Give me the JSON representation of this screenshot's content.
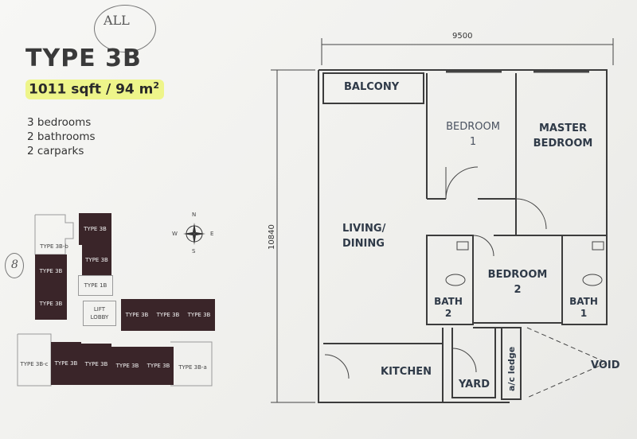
{
  "handwriting": {
    "top_note": "ALL",
    "side_note": "8"
  },
  "header": {
    "title": "TYPE 3B",
    "area_sqft": "1011 sqft",
    "area_sep": " / ",
    "area_m2": "94 m",
    "area_m2_sup": "2",
    "specs": [
      "3 bedrooms",
      "2 bathrooms",
      "2 carparks"
    ]
  },
  "key_plan": {
    "units": {
      "type_3b_b": "TYPE 3B-b",
      "type_3b_1": "TYPE 3B",
      "type_3b_2": "TYPE 3B",
      "type_3b_3": "TYPE 3B",
      "type_3b_4": "TYPE 3B",
      "type_1b": "TYPE 1B",
      "type_3b_5": "TYPE 3B",
      "type_3b_6": "TYPE 3B",
      "type_3b_7": "TYPE 3B",
      "type_3b_c": "TYPE 3B-c",
      "type_3b_8": "TYPE 3B",
      "type_3b_9": "TYPE 3B",
      "type_3b_10": "TYPE 3B",
      "type_3b_11": "TYPE 3B",
      "type_3b_a": "TYPE 3B-a"
    },
    "lift_line1": "LIFT",
    "lift_line2": "LOBBY",
    "compass": {
      "n": "N",
      "s": "S",
      "e": "E",
      "w": "W"
    }
  },
  "floor_plan": {
    "dim_width": "9500",
    "dim_height": "10840",
    "rooms": {
      "balcony": "BALCONY",
      "bedroom1_line1": "BEDROOM",
      "bedroom1_line2": "1",
      "master_line1": "MASTER",
      "master_line2": "BEDROOM",
      "living_line1": "LIVING/",
      "living_line2": "DINING",
      "bedroom2_line1": "BEDROOM",
      "bedroom2_line2": "2",
      "bath2_line1": "BATH",
      "bath2_line2": "2",
      "bath1_line1": "BATH",
      "bath1_line2": "1",
      "kitchen": "KITCHEN",
      "yard": "YARD",
      "ac_ledge": "a/c ledge",
      "void": "VOID"
    }
  }
}
